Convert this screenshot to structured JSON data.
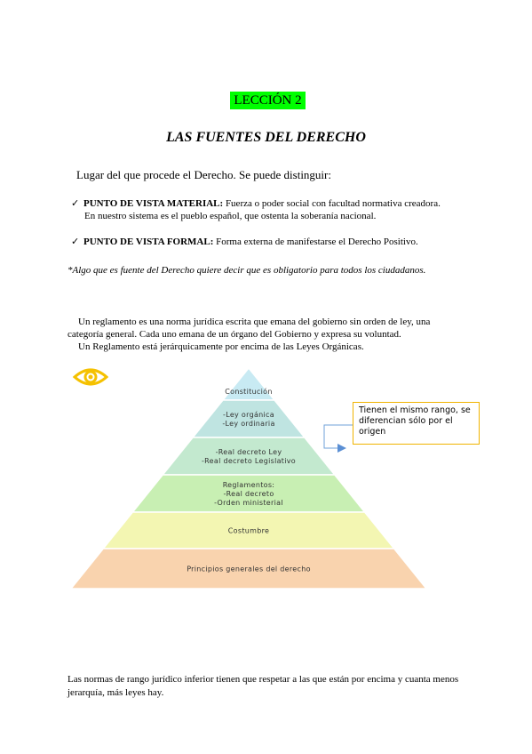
{
  "lesson": "LECCIÓN 2",
  "title": "LAS FUENTES DEL DERECHO",
  "intro": "Lugar del que procede el Derecho. Se puede distinguir:",
  "bullets": [
    {
      "label": "PUNTO DE VISTA MATERIAL:",
      "text": " Fuerza o poder social con facultad normativa creadora.",
      "cont": "En nuestro sistema es el pueblo español, que ostenta la soberanía nacional."
    },
    {
      "label": "PUNTO DE VISTA FORMAL:",
      "text": " Forma externa de manifestarse el Derecho Positivo."
    }
  ],
  "note": "*Algo que es fuente del Derecho quiere decir que es obligatorio para todos los ciudadanos.",
  "para1": "Un reglamento es una norma jurídica escrita que emana del gobierno sin orden de ley, una",
  "para2": "categoría general. Cada uno emana de un órgano del Gobierno y expresa su voluntad.",
  "para3": "Un Reglamento está jerárquicamente por encima de las Leyes Orgánicas.",
  "icons": {
    "eye": "eye-icon",
    "check": "check-icon"
  },
  "pyramid": {
    "levels": [
      {
        "lines": [
          "Constitución"
        ],
        "color": "#c8eaf3"
      },
      {
        "lines": [
          "-Ley orgánica",
          "-Ley ordinaria"
        ],
        "color": "#bfe4e1"
      },
      {
        "lines": [
          "-Real decreto Ley",
          "-Real decreto Legislativo"
        ],
        "color": "#c3e9cf"
      },
      {
        "lines": [
          "Reglamentos:",
          "-Real decreto",
          "-Orden ministerial"
        ],
        "color": "#c8efb3"
      },
      {
        "lines": [
          "Costumbre"
        ],
        "color": "#f3f6b2"
      },
      {
        "lines": [
          "Principios generales del derecho"
        ],
        "color": "#f9d3ae"
      }
    ]
  },
  "callout": "Tienen el mismo rango, se diferencian sólo por el origen",
  "footer": "Las normas de rango jurídico inferior tienen que respetar a las que están por encima y cuanta menos jerarquía, más leyes hay."
}
